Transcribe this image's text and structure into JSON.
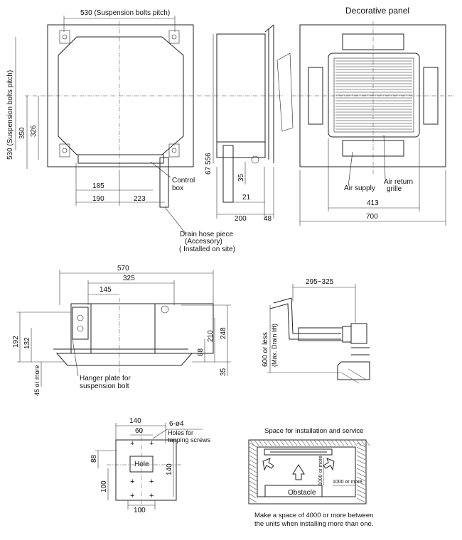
{
  "front_view": {
    "dim_top": "530 (Suspension bolts pitch)",
    "dim_left_outer": "530 (Suspension bolts pitch)",
    "dim_left_350": "350",
    "dim_left_326": "326",
    "dim_185": "185",
    "dim_190": "190",
    "dim_223": "223",
    "control_box": "Control\nbox",
    "drain_hose": "Drain hose piece",
    "accessory": "(Accessory)",
    "installed_on_site": "( Installed on site)"
  },
  "side_view": {
    "dim_556": "556",
    "dim_67": "67",
    "dim_35": "35",
    "dim_21": "21",
    "dim_200": "200",
    "dim_48": "48"
  },
  "panel_view": {
    "title": "Decorative panel",
    "air_supply": "Air supply",
    "air_return": "Air return",
    "grille": "grille",
    "dim_413": "413",
    "dim_700": "700"
  },
  "middle_view": {
    "dim_570": "570",
    "dim_325": "325",
    "dim_145": "145",
    "dim_192": "192",
    "dim_132": "132",
    "dim_248": "248",
    "dim_210": "210",
    "dim_88": "88",
    "dim_35": "35",
    "dim_45_or_more": "45 or more",
    "hanger_plate": "Hanger plate for",
    "suspension_bolt": "suspension bolt"
  },
  "drain_view": {
    "dim_295_325": "295~325",
    "dim_600": "600 or less",
    "max_drain_lift": "(Max. Drain lift)"
  },
  "hole_view": {
    "dim_140_top": "140",
    "dim_60": "60",
    "holes_count": "6-ø4",
    "holes_for": "Holes for",
    "tapping_screws": "tapping screws",
    "dim_88": "88",
    "hole_label": "Hole",
    "dim_140_right": "140",
    "dim_100_left": "100",
    "dim_100_bottom": "100"
  },
  "space_view": {
    "title": "Space for installation and service",
    "dim_1000_vertical": "1000 or more",
    "dim_1000_horizontal": "1000 or more",
    "obstacle": "Obstacle",
    "note_line1": "Make a space of 4000 or more between",
    "note_line2": "the units when installing more than one."
  }
}
